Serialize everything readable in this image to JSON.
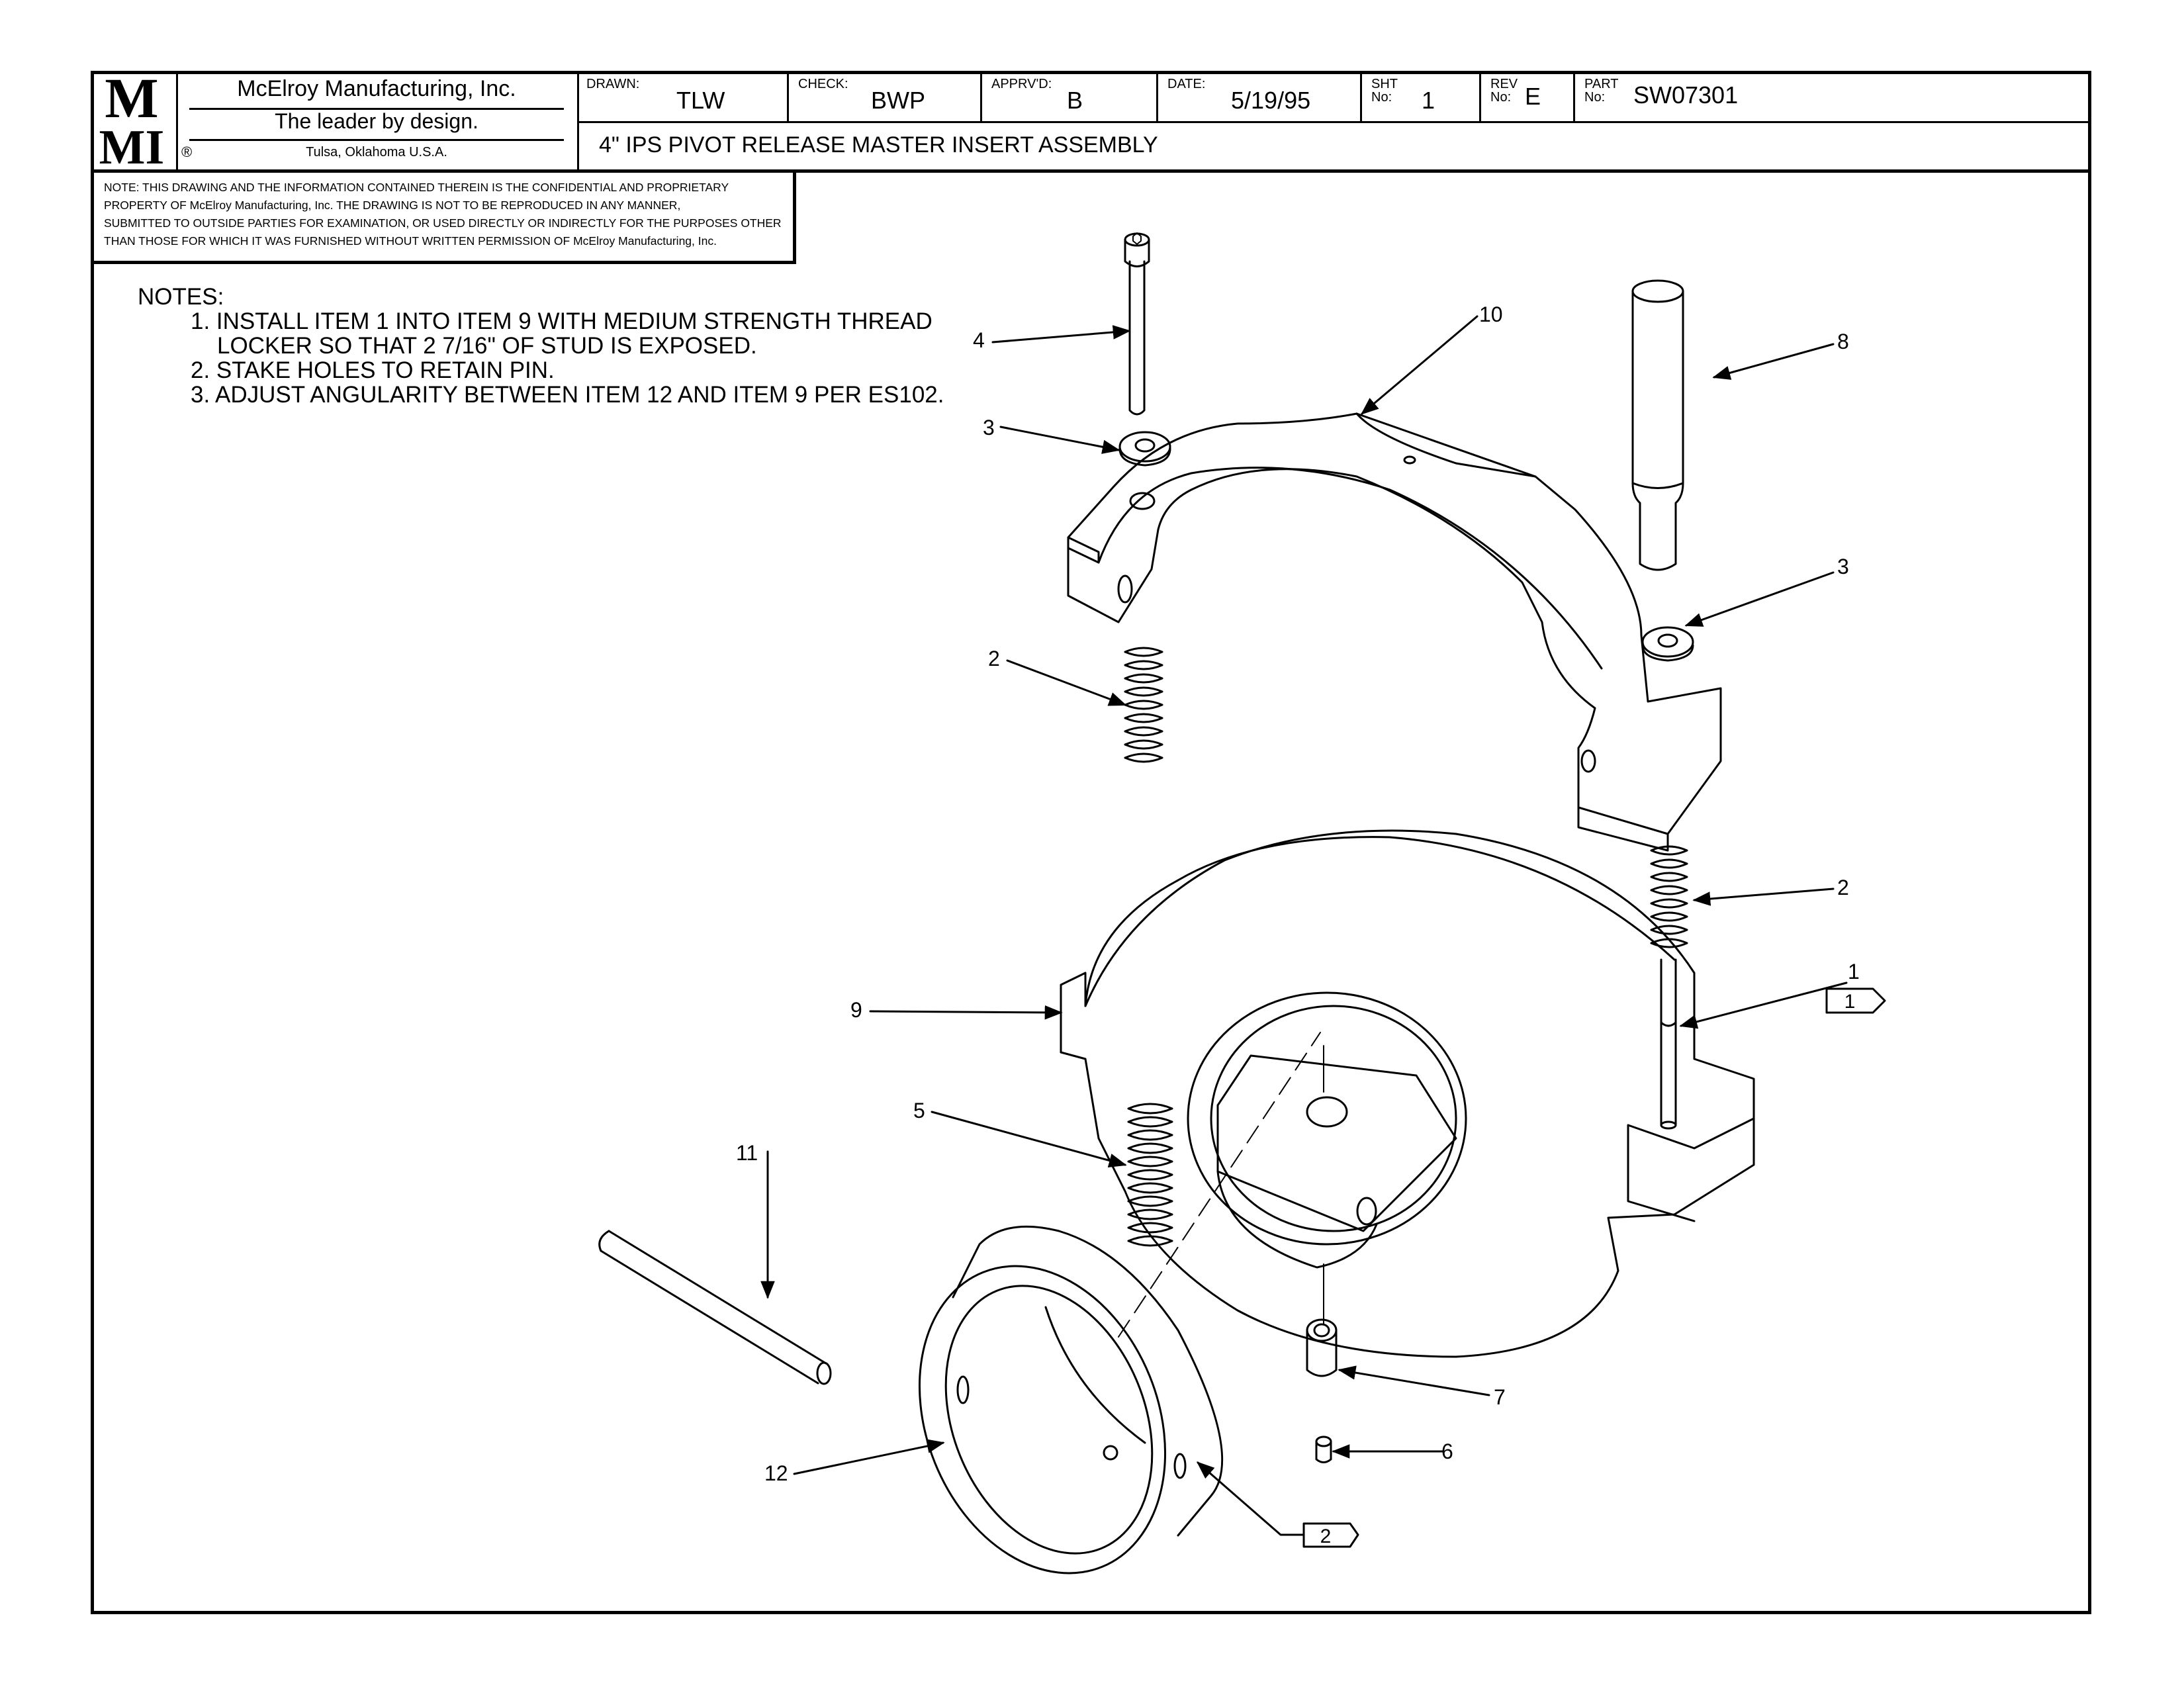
{
  "title_block": {
    "logo_text_top": "M",
    "logo_text_bottom": "MI",
    "company_name": "McElroy Manufacturing, Inc.",
    "tagline": "The leader by design.",
    "location": "Tulsa, Oklahoma U.S.A.",
    "registered_mark": "®",
    "drawn_label": "DRAWN:",
    "drawn_value": "TLW",
    "check_label": "CHECK:",
    "check_value": "BWP",
    "approved_label": "APPRV'D:",
    "approved_value": "B",
    "date_label": "DATE:",
    "date_value": "5/19/95",
    "sheet_label_1": "SHT",
    "sheet_label_2": "No:",
    "sheet_value": "1",
    "rev_label_1": "REV",
    "rev_label_2": "No:",
    "rev_value": "E",
    "part_label_1": "PART",
    "part_label_2": "No:",
    "part_value": "SW07301",
    "drawing_title": "4\" IPS PIVOT RELEASE MASTER INSERT ASSEMBLY"
  },
  "confidentiality_note": [
    "NOTE: THIS DRAWING AND THE INFORMATION CONTAINED THEREIN IS THE CONFIDENTIAL AND PROPRIETARY",
    "PROPERTY OF McElroy Manufacturing, Inc. THE DRAWING IS NOT TO BE REPRODUCED IN ANY MANNER,",
    "SUBMITTED TO OUTSIDE PARTIES FOR EXAMINATION, OR USED DIRECTLY OR INDIRECTLY FOR THE PURPOSES OTHER",
    "THAN THOSE FOR WHICH IT WAS FURNISHED WITHOUT WRITTEN PERMISSION OF McElroy Manufacturing, Inc."
  ],
  "notes": {
    "heading": "NOTES:",
    "items": [
      "1. INSTALL ITEM 1 INTO ITEM 9 WITH MEDIUM STRENGTH THREAD",
      "LOCKER SO THAT 2 7/16\" OF STUD IS EXPOSED.",
      "2. STAKE HOLES TO RETAIN PIN.",
      "3. ADJUST ANGULARITY BETWEEN ITEM 12 AND ITEM 9 PER ES102."
    ]
  },
  "callouts": {
    "item_4": "4",
    "item_3a": "3",
    "item_10": "10",
    "item_8": "8",
    "item_3b": "3",
    "item_2a": "2",
    "item_2b": "2",
    "item_1": "1",
    "item_9": "9",
    "item_5": "5",
    "item_11": "11",
    "item_7": "7",
    "item_6": "6",
    "item_12": "12"
  },
  "note_flags": {
    "flag_1": "1",
    "flag_2": "2"
  }
}
